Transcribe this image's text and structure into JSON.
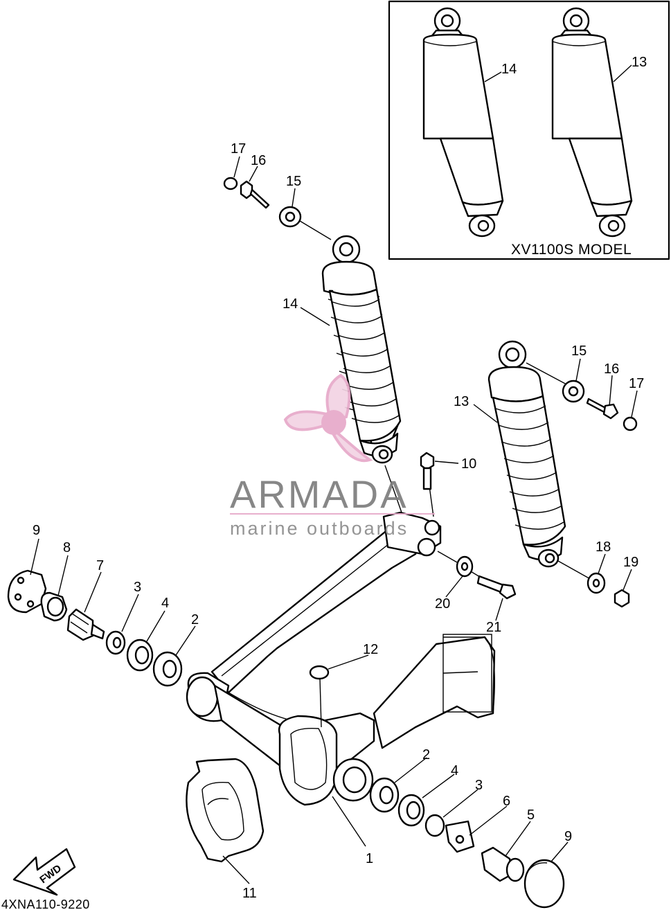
{
  "inset": {
    "model_label": "XV1100S MODEL"
  },
  "diagram_code": "4XNA110-9220",
  "fwd_label": "FWD",
  "watermark": {
    "brand": "ARMADA",
    "tagline": "marine outboards",
    "accent_color": "#e7a9c9",
    "text_color": "#7d7d7d"
  },
  "callouts": {
    "c1": "1",
    "c2a": "2",
    "c2b": "2",
    "c3a": "3",
    "c3b": "3",
    "c4a": "4",
    "c4b": "4",
    "c5": "5",
    "c6": "6",
    "c7": "7",
    "c8": "8",
    "c9a": "9",
    "c9b": "9",
    "c10": "10",
    "c11": "11",
    "c12": "12",
    "c13a": "13",
    "c13b": "13",
    "c14a": "14",
    "c14b": "14",
    "c15a": "15",
    "c15b": "15",
    "c16a": "16",
    "c16b": "16",
    "c17a": "17",
    "c17b": "17",
    "c18": "18",
    "c19": "19",
    "c20": "20",
    "c21": "21"
  }
}
